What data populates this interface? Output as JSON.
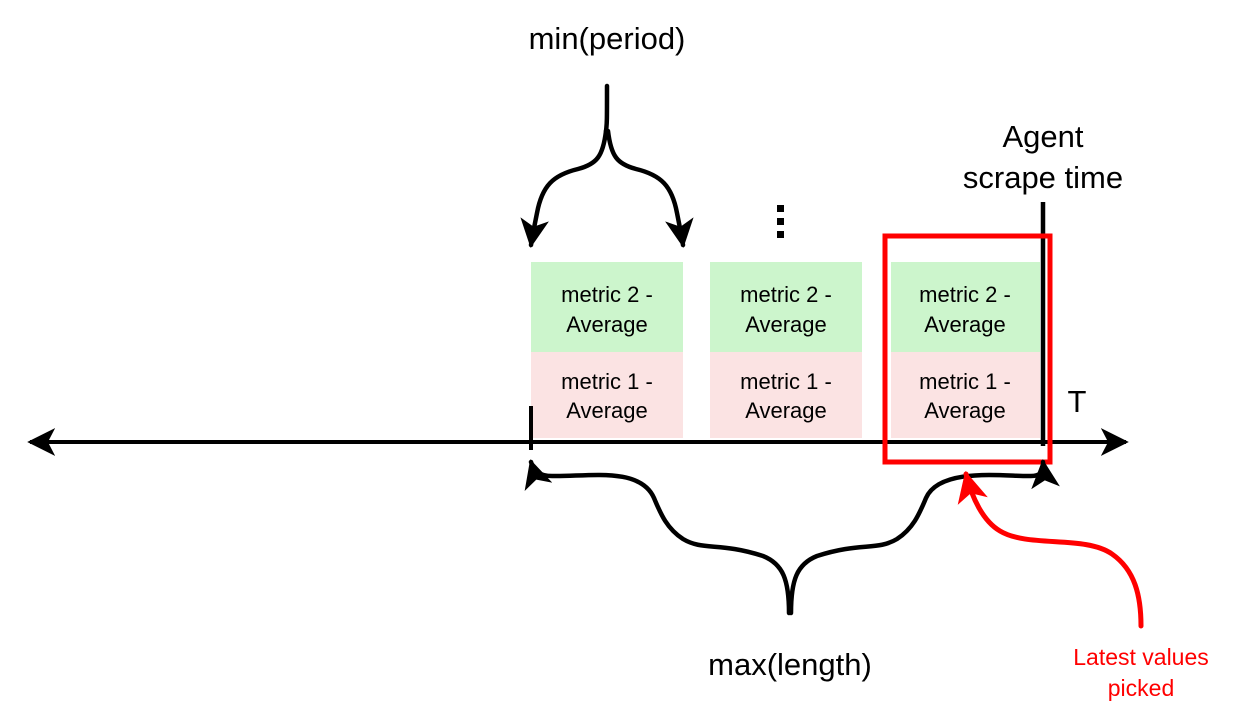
{
  "diagram": {
    "title_label": "min(period)",
    "bottom_label": "max(length)",
    "agent_label_line1": "Agent",
    "agent_label_line2": "scrape time",
    "latest_label_line1": "Latest values",
    "latest_label_line2": "picked",
    "axis_label": "T",
    "ellipsis": "vertical-ellipsis",
    "colors": {
      "metric2_fill": "#ccf5cc",
      "metric1_fill": "#fbe3e3",
      "highlight_stroke": "#ff0000",
      "line": "#000000",
      "background": "#ffffff"
    },
    "stacks": [
      {
        "id": "stack-1",
        "metric2": {
          "line1": "metric 2 -",
          "line2": "Average"
        },
        "metric1": {
          "line1": "metric 1 -",
          "line2": "Average"
        },
        "highlighted": false
      },
      {
        "id": "stack-2",
        "metric2": {
          "line1": "metric 2 -",
          "line2": "Average"
        },
        "metric1": {
          "line1": "metric 1 -",
          "line2": "Average"
        },
        "highlighted": false
      },
      {
        "id": "stack-3",
        "metric2": {
          "line1": "metric 2 -",
          "line2": "Average"
        },
        "metric1": {
          "line1": "metric 1 -",
          "line2": "Average"
        },
        "highlighted": true
      }
    ]
  }
}
